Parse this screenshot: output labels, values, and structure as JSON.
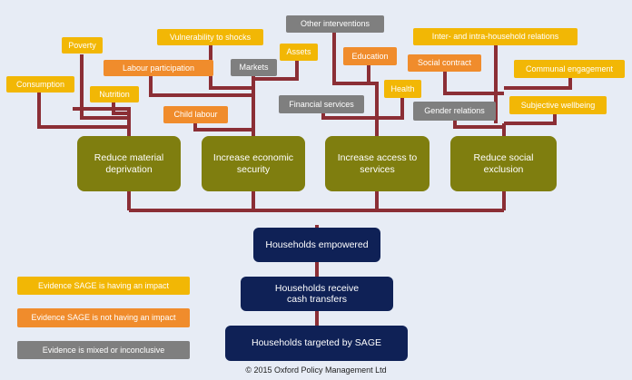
{
  "nodes": {
    "consumption": "Consumption",
    "poverty": "Poverty",
    "nutrition": "Nutrition",
    "labour_participation": "Labour participation",
    "vulnerability": "Vulnerability to shocks",
    "child_labour": "Child labour",
    "markets": "Markets",
    "assets": "Assets",
    "other_interventions": "Other interventions",
    "education": "Education",
    "financial_services": "Financial services",
    "health": "Health",
    "inter_intra": "Inter- and intra-household relations",
    "social_contract": "Social contract",
    "communal_engagement": "Communal engagement",
    "gender_relations": "Gender relations",
    "subjective_wellbeing": "Subjective wellbeing"
  },
  "outcomes": {
    "material": "Reduce material deprivation",
    "economic": "Increase economic security",
    "services": "Increase access to services",
    "social": "Reduce social exclusion"
  },
  "chain": {
    "empowered": "Households empowered",
    "cash": "Households receive cash transfers",
    "targeted": "Households targeted by SAGE"
  },
  "legend": {
    "impact": "Evidence SAGE is having an impact",
    "no_impact": "Evidence SAGE is not having an impact",
    "mixed": "Evidence is mixed or inconclusive"
  },
  "colors": {
    "impact": "#f2b705",
    "no_impact": "#f08c2c",
    "mixed": "#7f7f7f",
    "outcome": "#7f7e0f",
    "chain": "#0f2156",
    "connector": "#8b2e35"
  },
  "footer": "© 2015 Oxford Policy Management Ltd"
}
